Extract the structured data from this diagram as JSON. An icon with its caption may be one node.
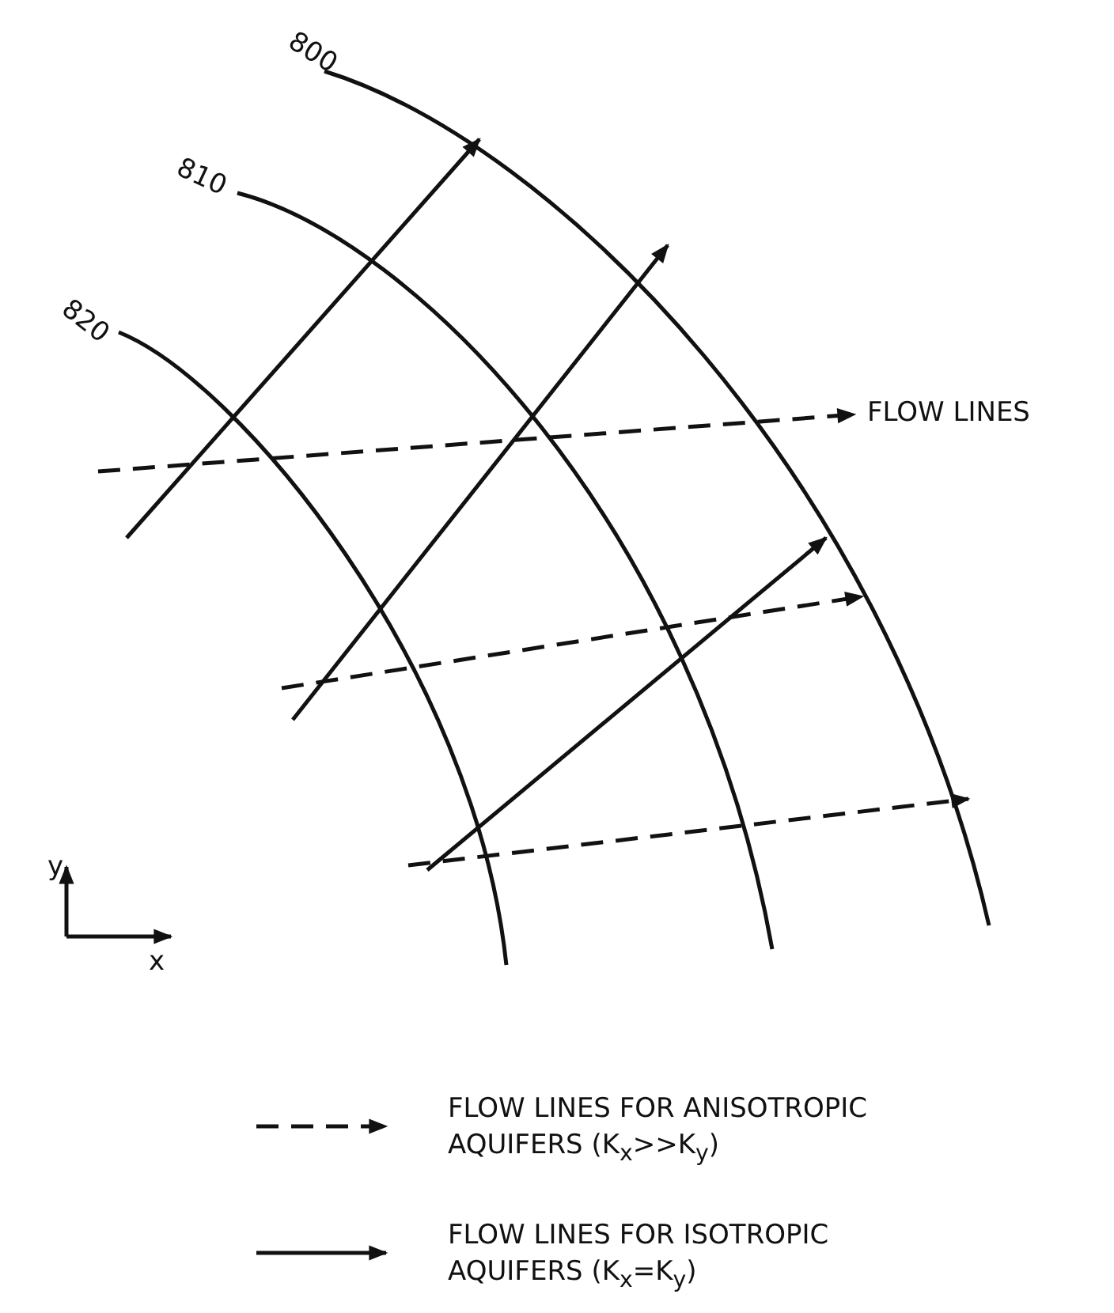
{
  "diagram": {
    "labels": [
      "800",
      "810",
      "820",
      "FLOW LINES",
      "y",
      "x"
    ],
    "legend": [
      {
        "text": "FLOW LINES FOR ANISOTROPIC AQUIFERS (K$_{x}$>>K$_{y}$)"
      },
      {
        "text": "FLOW LINES FOR ISOTROPIC AQUIFERS (K$_{x}$=K$_{y}$)"
      }
    ]
  }
}
